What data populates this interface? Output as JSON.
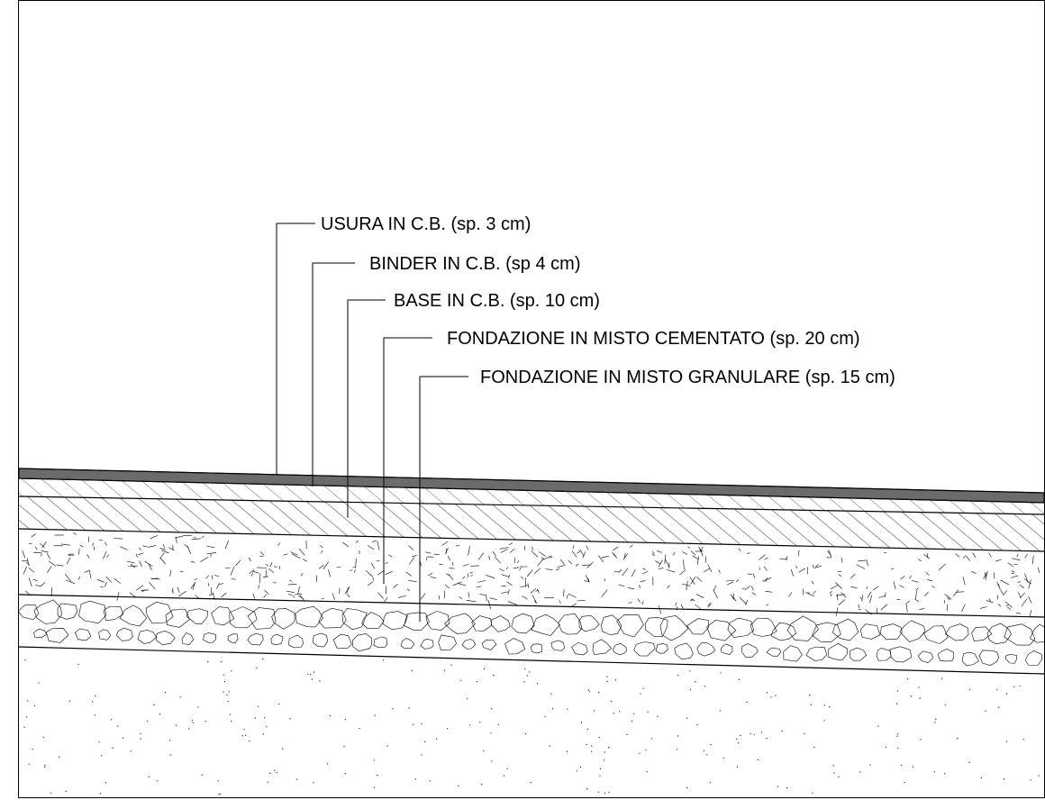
{
  "labels": [
    {
      "id": "usura",
      "text": "USURA IN C.B. (sp. 3 cm)"
    },
    {
      "id": "binder",
      "text": "BINDER IN C.B. (sp 4 cm)"
    },
    {
      "id": "base",
      "text": "BASE IN C.B. (sp. 10 cm)"
    },
    {
      "id": "misto-cementato",
      "text": "FONDAZIONE IN MISTO CEMENTATO (sp. 20 cm)"
    },
    {
      "id": "misto-granulare",
      "text": "FONDAZIONE IN MISTO GRANULARE (sp. 15 cm)"
    }
  ],
  "colors": {
    "line": "#000000",
    "wearing_course": "#6b6b6b",
    "background": "#ffffff"
  }
}
